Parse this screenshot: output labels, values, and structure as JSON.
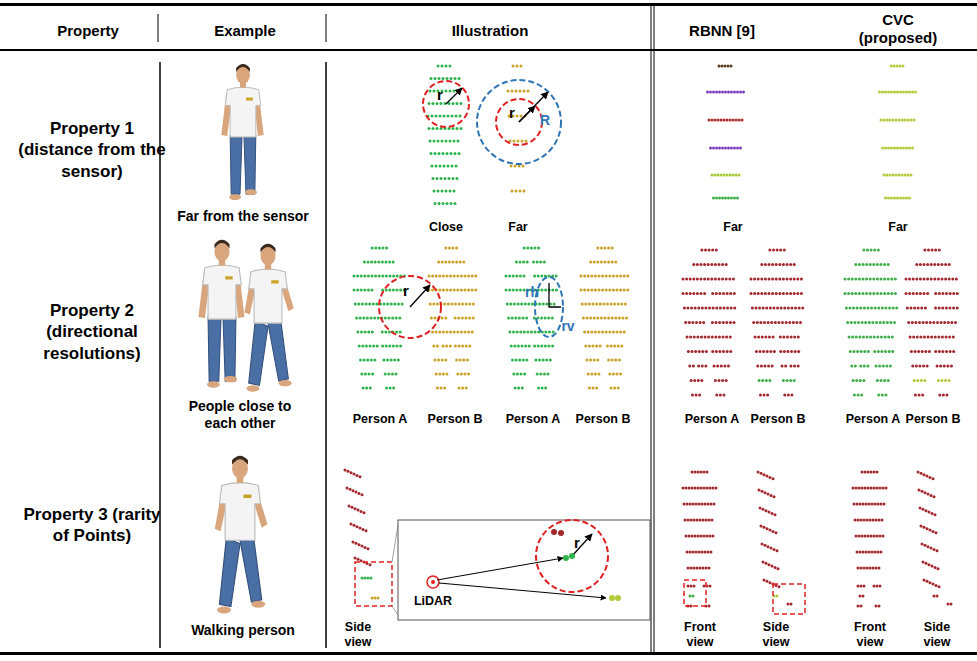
{
  "diagram": {
    "labels": [
      "Property",
      "Example",
      "Illustration",
      "RBNN [9]",
      "CVC (proposed)",
      "Property 1 (distance from the sensor)",
      "Far from the sensor",
      "r",
      "r",
      "R",
      "Close",
      "Far",
      "Far",
      "Far",
      "Property 2 (directional resolutions)",
      "People close to each other",
      "r",
      "rh",
      "rv",
      "Person A",
      "Person B",
      "Person A",
      "Person B",
      "Person A",
      "Person B",
      "Person A",
      "Person B",
      "Property 3 (rarity of Points)",
      "Walking person",
      "Side view",
      "LiDAR",
      "r",
      "Front view",
      "Side view",
      "Front view",
      "Side view"
    ]
  }
}
